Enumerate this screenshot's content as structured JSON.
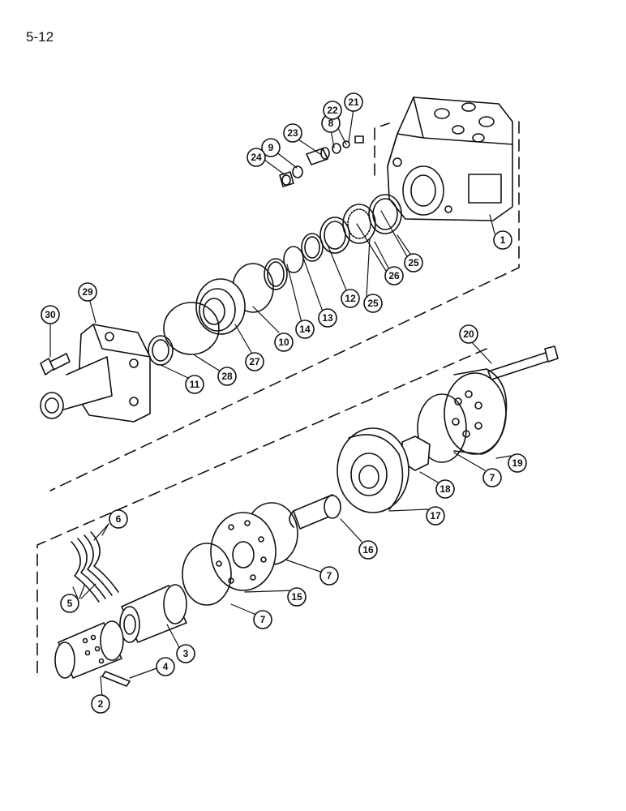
{
  "page": {
    "number": "5-12"
  },
  "callouts": [
    {
      "id": "c1",
      "label": "1"
    },
    {
      "id": "c2",
      "label": "2"
    },
    {
      "id": "c3",
      "label": "3"
    },
    {
      "id": "c4",
      "label": "4"
    },
    {
      "id": "c5",
      "label": "5"
    },
    {
      "id": "c6",
      "label": "6"
    },
    {
      "id": "c7a",
      "label": "7"
    },
    {
      "id": "c7b",
      "label": "7"
    },
    {
      "id": "c7c",
      "label": "7"
    },
    {
      "id": "c8",
      "label": "8"
    },
    {
      "id": "c9",
      "label": "9"
    },
    {
      "id": "c10",
      "label": "10"
    },
    {
      "id": "c11",
      "label": "11"
    },
    {
      "id": "c12",
      "label": "12"
    },
    {
      "id": "c13",
      "label": "13"
    },
    {
      "id": "c14",
      "label": "14"
    },
    {
      "id": "c15",
      "label": "15"
    },
    {
      "id": "c16",
      "label": "16"
    },
    {
      "id": "c17",
      "label": "17"
    },
    {
      "id": "c18",
      "label": "18"
    },
    {
      "id": "c19",
      "label": "19"
    },
    {
      "id": "c20",
      "label": "20"
    },
    {
      "id": "c21",
      "label": "21"
    },
    {
      "id": "c22",
      "label": "22"
    },
    {
      "id": "c23",
      "label": "23"
    },
    {
      "id": "c24",
      "label": "24"
    },
    {
      "id": "c25a",
      "label": "25"
    },
    {
      "id": "c25b",
      "label": "25"
    },
    {
      "id": "c26",
      "label": "26"
    },
    {
      "id": "c27",
      "label": "27"
    },
    {
      "id": "c28",
      "label": "28"
    },
    {
      "id": "c29",
      "label": "29"
    },
    {
      "id": "c30",
      "label": "30"
    }
  ]
}
